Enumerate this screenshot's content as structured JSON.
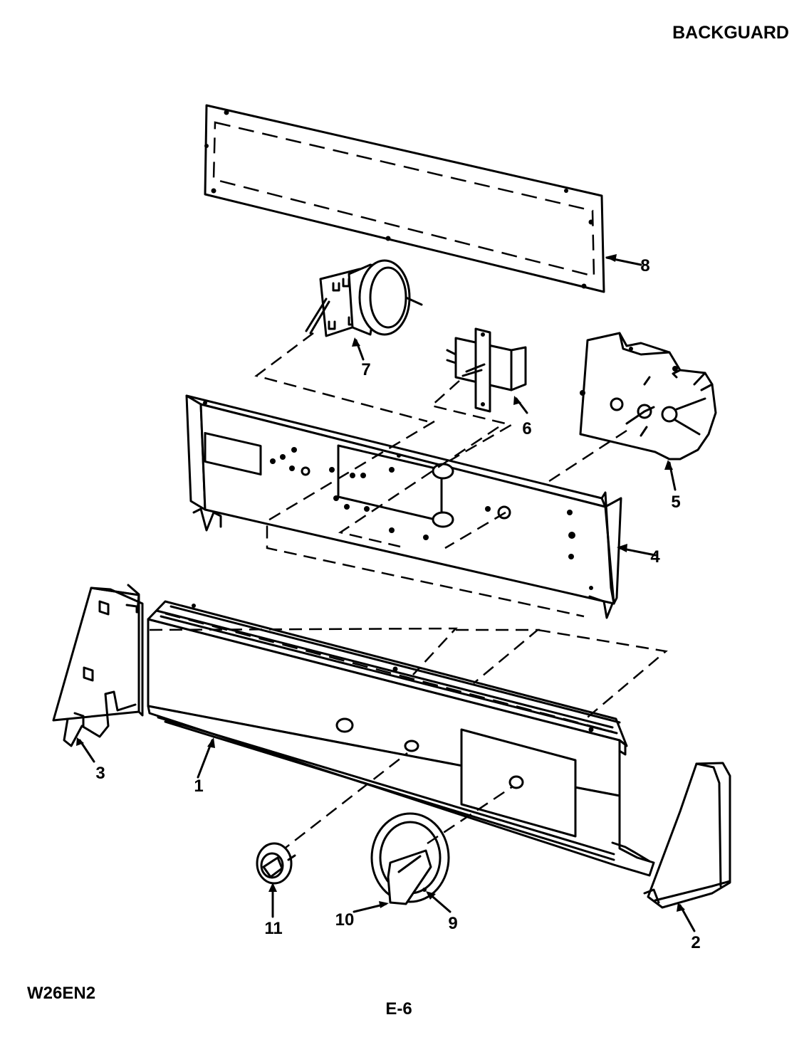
{
  "header": {
    "title": "BACKGUARD"
  },
  "footer": {
    "model": "W26EN2",
    "page": "E-6"
  },
  "callouts": [
    {
      "id": "1",
      "part": "backguard-panel"
    },
    {
      "id": "2",
      "part": "right-end-cap"
    },
    {
      "id": "3",
      "part": "left-end-cap"
    },
    {
      "id": "4",
      "part": "control-panel-bracket"
    },
    {
      "id": "5",
      "part": "timer"
    },
    {
      "id": "6",
      "part": "switch"
    },
    {
      "id": "7",
      "part": "water-level-switch"
    },
    {
      "id": "8",
      "part": "rear-cover"
    },
    {
      "id": "9",
      "part": "timer-dial"
    },
    {
      "id": "10",
      "part": "timer-knob"
    },
    {
      "id": "11",
      "part": "water-level-knob"
    }
  ]
}
